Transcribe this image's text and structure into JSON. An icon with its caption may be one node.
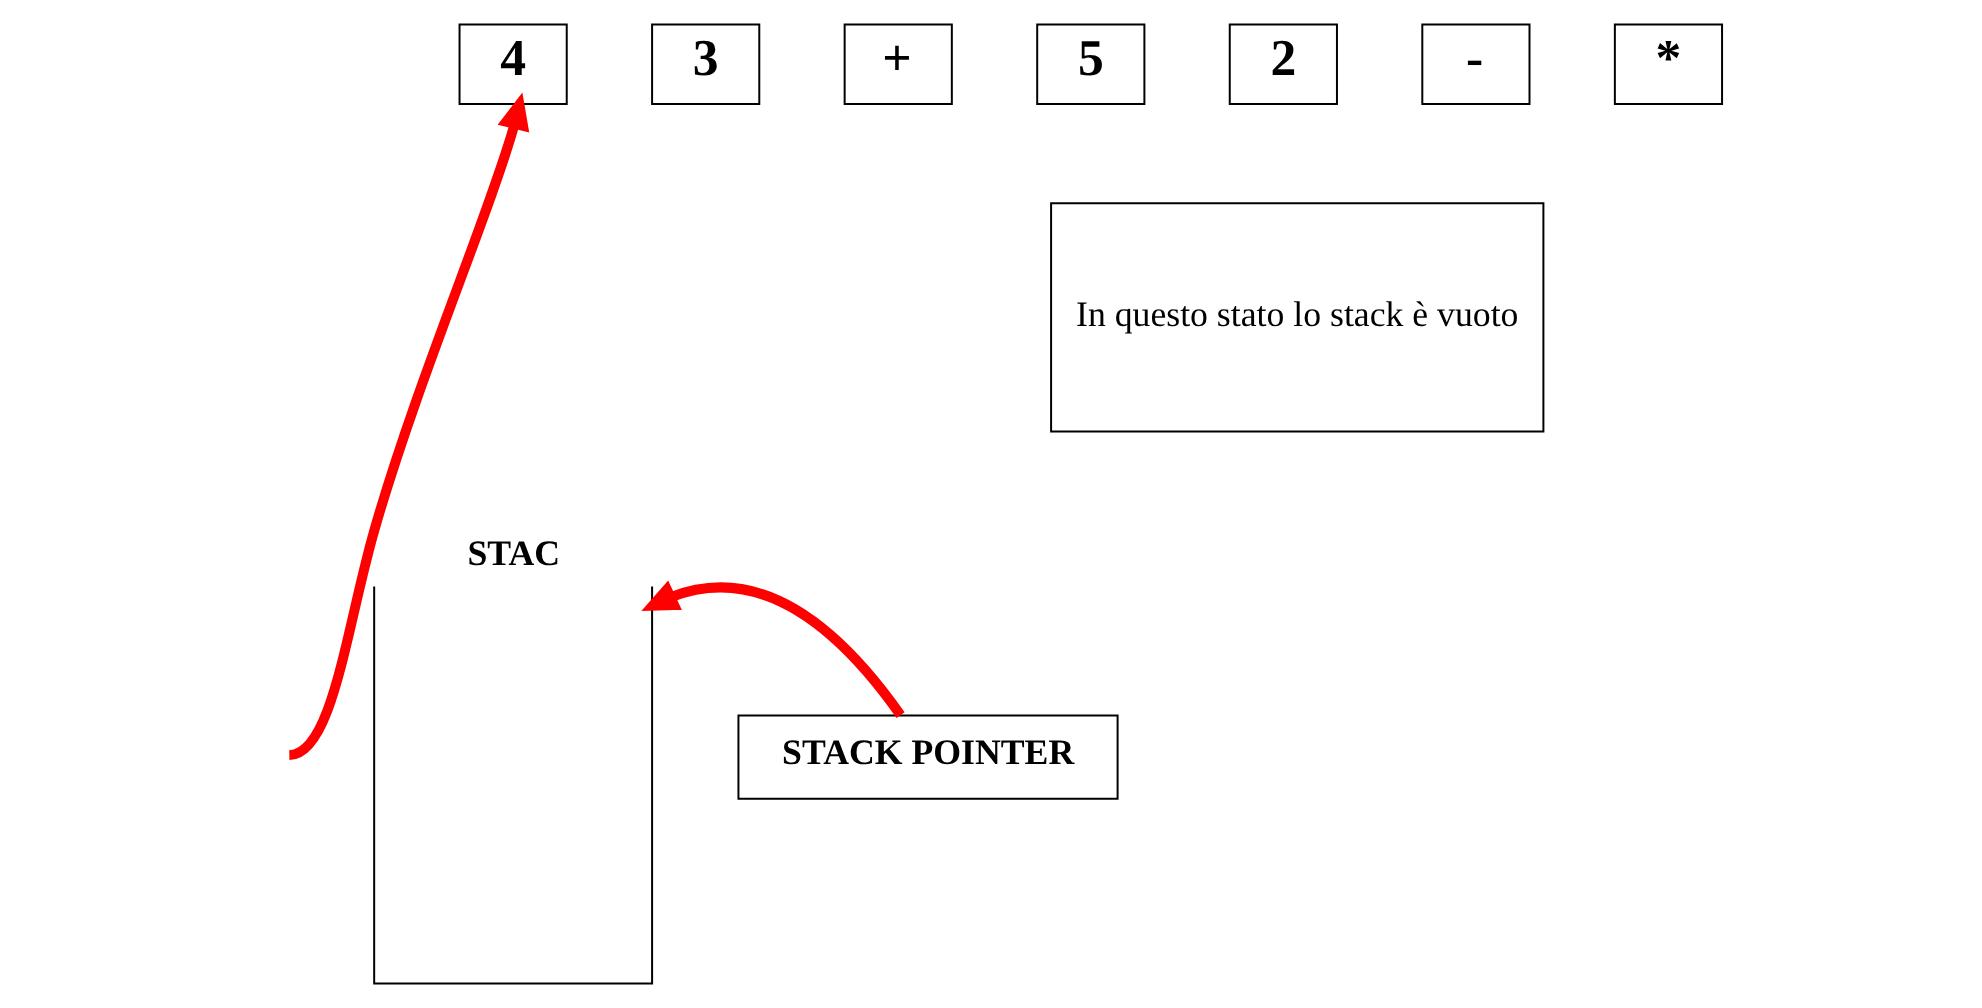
{
  "diagram": {
    "nodes": [
      {
        "text": [
          "4"
        ]
      },
      {
        "text": [
          "3"
        ]
      },
      {
        "text": [
          "+"
        ]
      },
      {
        "text": [
          "5"
        ]
      },
      {
        "text": [
          "2"
        ]
      },
      {
        "text": [
          "-"
        ]
      },
      {
        "text": [
          "*"
        ]
      },
      {
        "text": [
          "STAC"
        ]
      },
      {
        "text": [
          "In questo stato lo stack è vuoto"
        ]
      },
      {
        "text": [
          "STACK POINTER"
        ]
      }
    ],
    "edges": [
      {
        "from": null,
        "to": 0,
        "arrow": "to",
        "color": "#ff0000"
      },
      {
        "from": 9,
        "to": 7,
        "arrow": "to",
        "color": "#ff0000"
      }
    ]
  }
}
